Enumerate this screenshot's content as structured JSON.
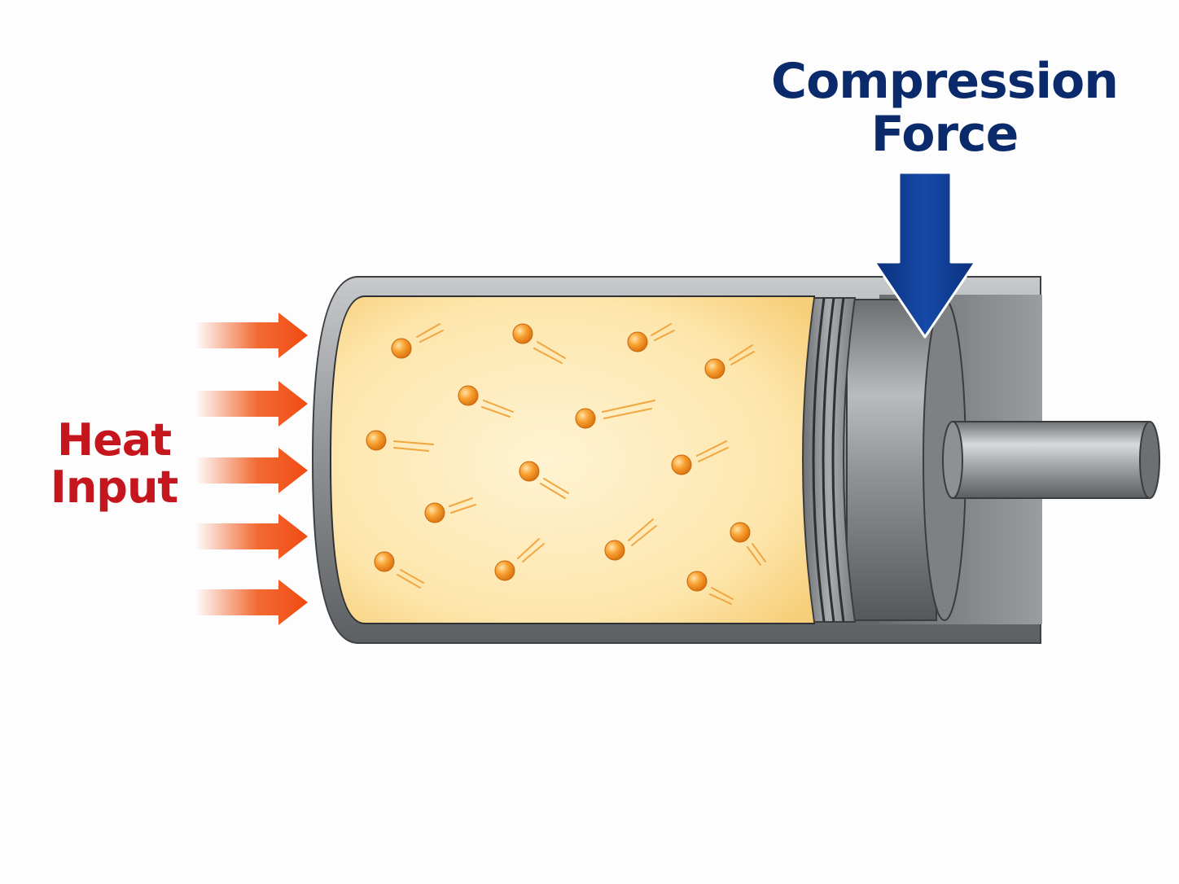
{
  "labels": {
    "heat": {
      "line1": "Heat",
      "line2": "Input"
    },
    "force": {
      "line1": "Compression",
      "line2": "Force"
    }
  },
  "colors": {
    "heat_text": "#c4161c",
    "heat_arrow": "#f25a1d",
    "force_text": "#0b2a6b",
    "force_arrow": "#0d3a8f",
    "gas_fill": "#fbe3a6",
    "particle": "#f7941d",
    "cylinder_metal": "#8a8d90",
    "piston_metal": "#9c9fa3"
  },
  "icons": {
    "heat_arrows": "arrow-right-icon",
    "force_arrow": "arrow-down-icon",
    "particles": "gas-molecule-icon"
  }
}
